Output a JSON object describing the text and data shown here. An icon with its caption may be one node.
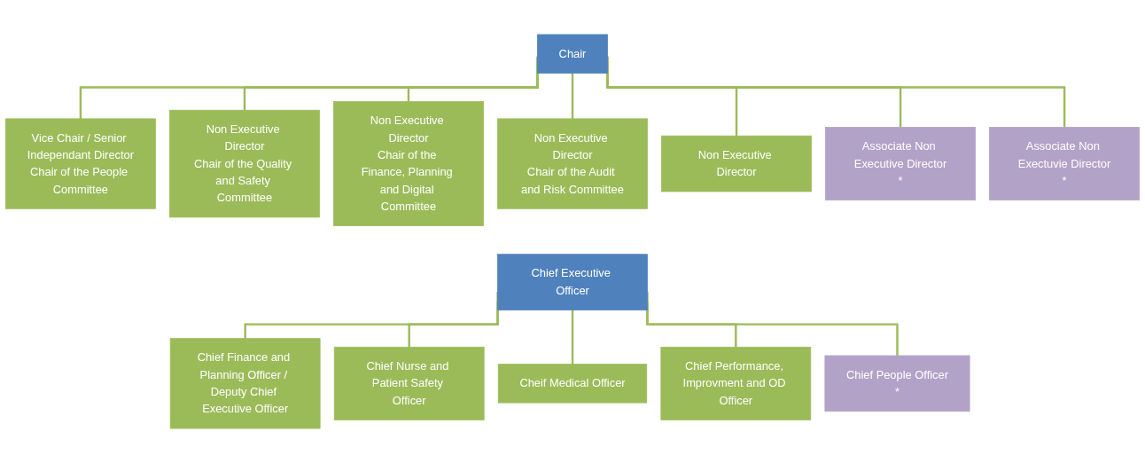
{
  "diagram": {
    "nodes": [
      {
        "text": [
          "Chair"
        ]
      },
      {
        "text": [
          "Vice Chair / Senior Independant Director",
          "Chair of the People Committee"
        ]
      },
      {
        "text": [
          "Non Executive Director",
          "Chair of the Quality and Safety Committee"
        ]
      },
      {
        "text": [
          "Non Executive Director",
          "Chair of the Finance, Planning and Digital Committee"
        ]
      },
      {
        "text": [
          "Non Executive Director",
          "Chair of the Audit and Risk Committee"
        ]
      },
      {
        "text": [
          "Non Executive Director"
        ]
      },
      {
        "text": [
          "Associate Non Executive Director",
          "*"
        ]
      },
      {
        "text": [
          "Associate Non Exectuvie Director",
          "*"
        ]
      },
      {
        "text": [
          "Chief Executive Officer"
        ]
      },
      {
        "text": [
          "Chief Finance and Planning Officer / Deputy Chief Executive Officer"
        ]
      },
      {
        "text": [
          "Chief Nurse and Patient Safety Officer"
        ]
      },
      {
        "text": [
          "Cheif Medical Officer"
        ]
      },
      {
        "text": [
          "Chief Performance, Improvment and OD Officer"
        ]
      },
      {
        "text": [
          "Chief People Officer",
          "*"
        ]
      }
    ],
    "edges": [
      {
        "from": 0,
        "to": 1,
        "arrow": "none"
      },
      {
        "from": 0,
        "to": 2,
        "arrow": "none"
      },
      {
        "from": 0,
        "to": 3,
        "arrow": "none"
      },
      {
        "from": 0,
        "to": 4,
        "arrow": "none"
      },
      {
        "from": 0,
        "to": 5,
        "arrow": "none"
      },
      {
        "from": 0,
        "to": 6,
        "arrow": "none"
      },
      {
        "from": 0,
        "to": 7,
        "arrow": "none"
      },
      {
        "from": 8,
        "to": 9,
        "arrow": "none"
      },
      {
        "from": 8,
        "to": 10,
        "arrow": "none"
      },
      {
        "from": 8,
        "to": 11,
        "arrow": "none"
      },
      {
        "from": 8,
        "to": 12,
        "arrow": "none"
      },
      {
        "from": 8,
        "to": 13,
        "arrow": "none"
      }
    ]
  }
}
